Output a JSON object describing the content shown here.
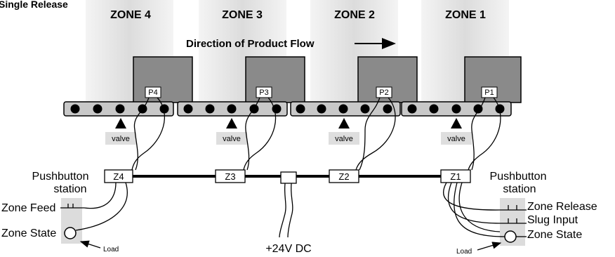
{
  "title": "Single Release",
  "zones": [
    {
      "title": "ZONE 4",
      "photo": "P4",
      "controller": "Z4",
      "valve": "valve"
    },
    {
      "title": "ZONE 3",
      "photo": "P3",
      "controller": "Z3",
      "valve": "valve"
    },
    {
      "title": "ZONE 2",
      "photo": "P2",
      "controller": "Z2",
      "valve": "valve"
    },
    {
      "title": "ZONE 1",
      "photo": "P1",
      "controller": "Z1",
      "valve": "valve"
    }
  ],
  "flow_label": "Direction of Product Flow",
  "power_label": "+24V DC",
  "left_station": {
    "title_line1": "Pushbutton",
    "title_line2": "station",
    "zone_feed": "Zone Feed",
    "zone_state": "Zone State",
    "load": "Load"
  },
  "right_station": {
    "title_line1": "Pushbutton",
    "title_line2": "station",
    "zone_release": "Zone Release",
    "slug_input": "Slug Input",
    "zone_state": "Zone State",
    "load": "Load"
  }
}
